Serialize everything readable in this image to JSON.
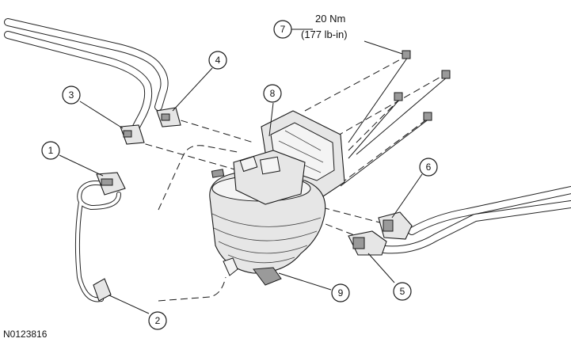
{
  "callouts": [
    {
      "id": "1",
      "label": "1"
    },
    {
      "id": "2",
      "label": "2"
    },
    {
      "id": "3",
      "label": "3"
    },
    {
      "id": "4",
      "label": "4"
    },
    {
      "id": "5",
      "label": "5"
    },
    {
      "id": "6",
      "label": "6"
    },
    {
      "id": "7",
      "label": "7"
    },
    {
      "id": "8",
      "label": "8"
    },
    {
      "id": "9",
      "label": "9"
    }
  ],
  "torque": {
    "line1": "20 Nm",
    "line2": "(177 lb-in)"
  },
  "figure_id": "N0123816"
}
